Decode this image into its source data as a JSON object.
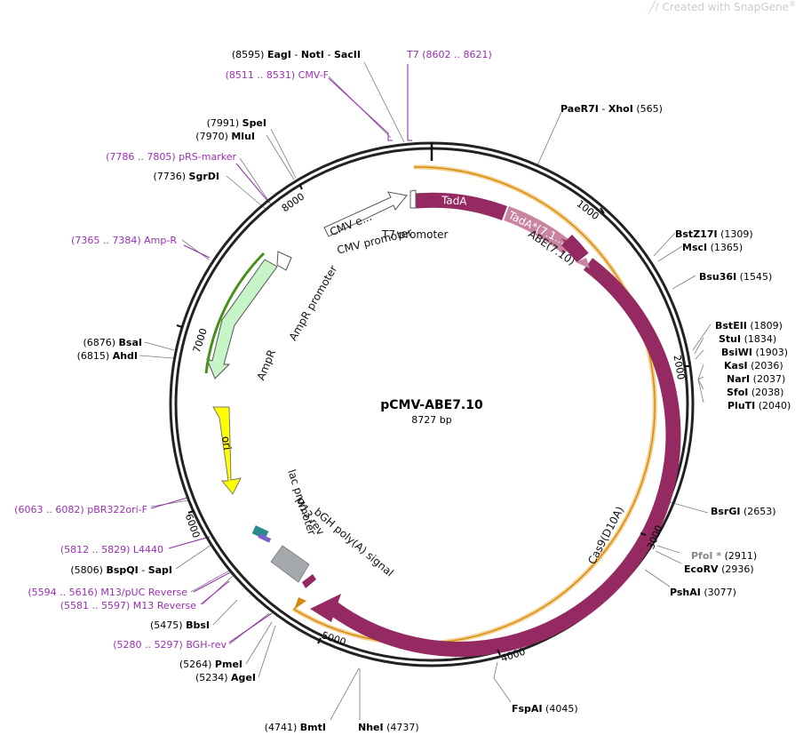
{
  "watermark": {
    "prefix": "Created with ",
    "brand": "SnapGene",
    "mark": "®"
  },
  "plasmid": {
    "name": "pCMV-ABE7.10",
    "size": "8727 bp"
  },
  "ticks": [
    "1000",
    "2000",
    "3000",
    "4000",
    "5000",
    "6000",
    "7000",
    "8000"
  ],
  "features": {
    "tadA": "TadA",
    "tadA_star": "TadA*(7.1...",
    "abe": "ABE(7.10)",
    "cas9": "Cas9(D10A)",
    "cmv_e": "CMV e...",
    "cmv_promoter": "CMV promoter",
    "t7_promoter": "T7 promoter",
    "ampr_promoter": "AmpR promoter",
    "ampr": "AmpR",
    "ori": "ori",
    "lac_promoter": "lac promoter",
    "m13_rev": "M13 rev",
    "bgh": "bGH poly(A) signal"
  },
  "sites": [
    {
      "pos": "(8595)",
      "name": "EagI",
      "sep1": " - ",
      "name2": "NotI",
      "sep2": " - ",
      "name3": "SacII"
    },
    {
      "pos": "(7991)",
      "name": "SpeI"
    },
    {
      "pos": "(7970)",
      "name": "MluI"
    },
    {
      "pos": "(7736)",
      "name": "SgrDI"
    },
    {
      "pos": "(6876)",
      "name": "BsaI"
    },
    {
      "pos": "(6815)",
      "name": "AhdI"
    },
    {
      "pos": "(5806)",
      "name": "BspQI",
      "sep1": " - ",
      "name2": "SapI"
    },
    {
      "pos": "(5475)",
      "name": "BbsI"
    },
    {
      "pos": "(5264)",
      "name": "PmeI"
    },
    {
      "pos": "(5234)",
      "name": "AgeI"
    },
    {
      "pos": "(4741)",
      "name": "BmtI"
    },
    {
      "name": "NheI",
      "pos": "(4737)"
    },
    {
      "name": "FspAI",
      "pos": "(4045)"
    },
    {
      "name": "PshAI",
      "pos": "(3077)"
    },
    {
      "name": "EcoRV",
      "pos": "(2936)"
    },
    {
      "name": "PfoI *",
      "pos": "(2911)"
    },
    {
      "name": "BsrGI",
      "pos": "(2653)"
    },
    {
      "name": "PluTI",
      "pos": "(2040)"
    },
    {
      "name": "SfoI",
      "pos": "(2038)"
    },
    {
      "name": "NarI",
      "pos": "(2037)"
    },
    {
      "name": "KasI",
      "pos": "(2036)"
    },
    {
      "name": "BsiWI",
      "pos": "(1903)"
    },
    {
      "name": "StuI",
      "pos": "(1834)"
    },
    {
      "name": "BstEII",
      "pos": "(1809)"
    },
    {
      "name": "Bsu36I",
      "pos": "(1545)"
    },
    {
      "name": "MscI",
      "pos": "(1365)"
    },
    {
      "name": "BstZ17I",
      "pos": "(1309)"
    },
    {
      "name": "PaeR7I",
      "sep1": " - ",
      "name2": "XhoI",
      "pos": "(565)"
    }
  ],
  "primers": [
    {
      "name": "T7",
      "pos": "(8602 .. 8621)"
    },
    {
      "pos": "(8511 .. 8531)",
      "name": "CMV-F"
    },
    {
      "pos": "(7786 .. 7805)",
      "name": "pRS-marker"
    },
    {
      "pos": "(7365 .. 7384)",
      "name": "Amp-R"
    },
    {
      "pos": "(6063 .. 6082)",
      "name": "pBR322ori-F"
    },
    {
      "pos": "(5812 .. 5829)",
      "name": "L4440"
    },
    {
      "pos": "(5594 .. 5616)",
      "name": "M13/pUC Reverse"
    },
    {
      "pos": "(5581 .. 5597)",
      "name": "M13 Reverse"
    },
    {
      "pos": "(5280 .. 5297)",
      "name": "BGH-rev"
    }
  ],
  "colors": {
    "cas9": "#952a63",
    "tadA_star": "#c9849f",
    "ampr": "#c8f5c8",
    "ori": "#ffff00",
    "orf": "#f0a830",
    "primer": "#9a2fb4"
  }
}
